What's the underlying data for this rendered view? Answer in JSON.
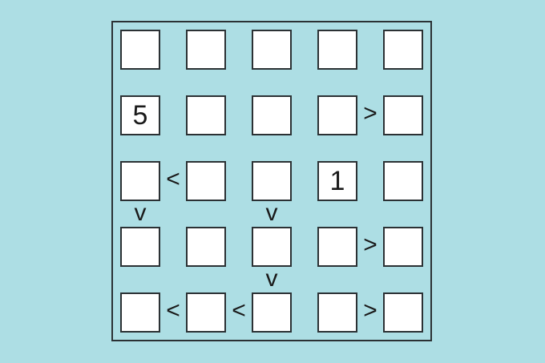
{
  "puzzle": {
    "type": "futoshiki",
    "size": 5,
    "colors": {
      "background": "#addee4",
      "cell": "#ffffff",
      "border": "#2b3134"
    },
    "cells": [
      [
        "",
        "",
        "",
        "",
        ""
      ],
      [
        "5",
        "",
        "",
        "",
        ""
      ],
      [
        "",
        "",
        "",
        "1",
        ""
      ],
      [
        "",
        "",
        "",
        "",
        ""
      ],
      [
        "",
        "",
        "",
        "",
        ""
      ]
    ],
    "horizontal_signs": [
      {
        "row": 1,
        "between": [
          3,
          4
        ],
        "symbol": ">"
      },
      {
        "row": 2,
        "between": [
          0,
          1
        ],
        "symbol": "<"
      },
      {
        "row": 3,
        "between": [
          3,
          4
        ],
        "symbol": ">"
      },
      {
        "row": 4,
        "between": [
          0,
          1
        ],
        "symbol": "<"
      },
      {
        "row": 4,
        "between": [
          1,
          2
        ],
        "symbol": "<"
      },
      {
        "row": 4,
        "between": [
          3,
          4
        ],
        "symbol": ">"
      }
    ],
    "vertical_signs": [
      {
        "col": 0,
        "between": [
          2,
          3
        ],
        "symbol": "v"
      },
      {
        "col": 2,
        "between": [
          2,
          3
        ],
        "symbol": "v"
      },
      {
        "col": 2,
        "between": [
          3,
          4
        ],
        "symbol": "v"
      }
    ]
  }
}
